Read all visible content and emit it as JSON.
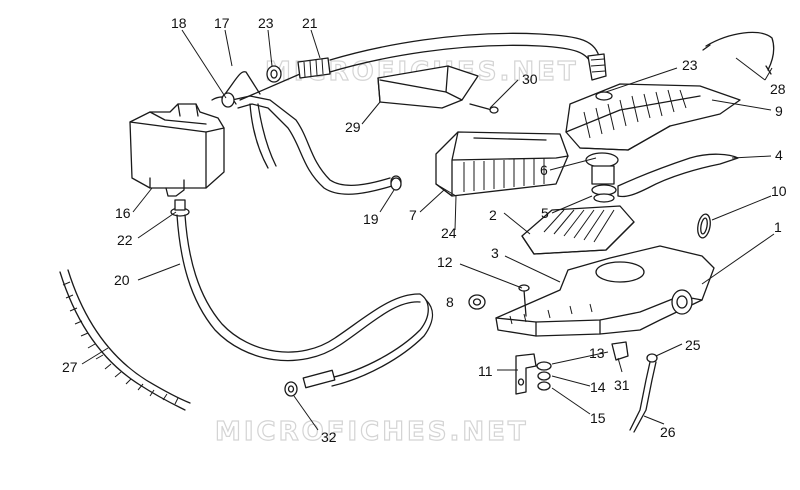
{
  "watermark": {
    "text": "MICROFICHES.NET"
  },
  "callouts": [
    {
      "id": "c18",
      "text": "18"
    },
    {
      "id": "c17",
      "text": "17"
    },
    {
      "id": "c23a",
      "text": "23"
    },
    {
      "id": "c21",
      "text": "21"
    },
    {
      "id": "c23b",
      "text": "23"
    },
    {
      "id": "c28",
      "text": "28"
    },
    {
      "id": "c30",
      "text": "30"
    },
    {
      "id": "c29",
      "text": "29"
    },
    {
      "id": "c9",
      "text": "9"
    },
    {
      "id": "c4",
      "text": "4"
    },
    {
      "id": "c6",
      "text": "6"
    },
    {
      "id": "c5",
      "text": "5"
    },
    {
      "id": "c10",
      "text": "10"
    },
    {
      "id": "c16",
      "text": "16"
    },
    {
      "id": "c19",
      "text": "19"
    },
    {
      "id": "c7",
      "text": "7"
    },
    {
      "id": "c2",
      "text": "2"
    },
    {
      "id": "c24",
      "text": "24"
    },
    {
      "id": "c22",
      "text": "22"
    },
    {
      "id": "c1",
      "text": "1"
    },
    {
      "id": "c3",
      "text": "3"
    },
    {
      "id": "c12",
      "text": "12"
    },
    {
      "id": "c20",
      "text": "20"
    },
    {
      "id": "c8",
      "text": "8"
    },
    {
      "id": "c27",
      "text": "27"
    },
    {
      "id": "c13",
      "text": "13"
    },
    {
      "id": "c25",
      "text": "25"
    },
    {
      "id": "c11",
      "text": "11"
    },
    {
      "id": "c31",
      "text": "31"
    },
    {
      "id": "c14",
      "text": "14"
    },
    {
      "id": "c15",
      "text": "15"
    },
    {
      "id": "c32",
      "text": "32"
    },
    {
      "id": "c26",
      "text": "26"
    }
  ]
}
